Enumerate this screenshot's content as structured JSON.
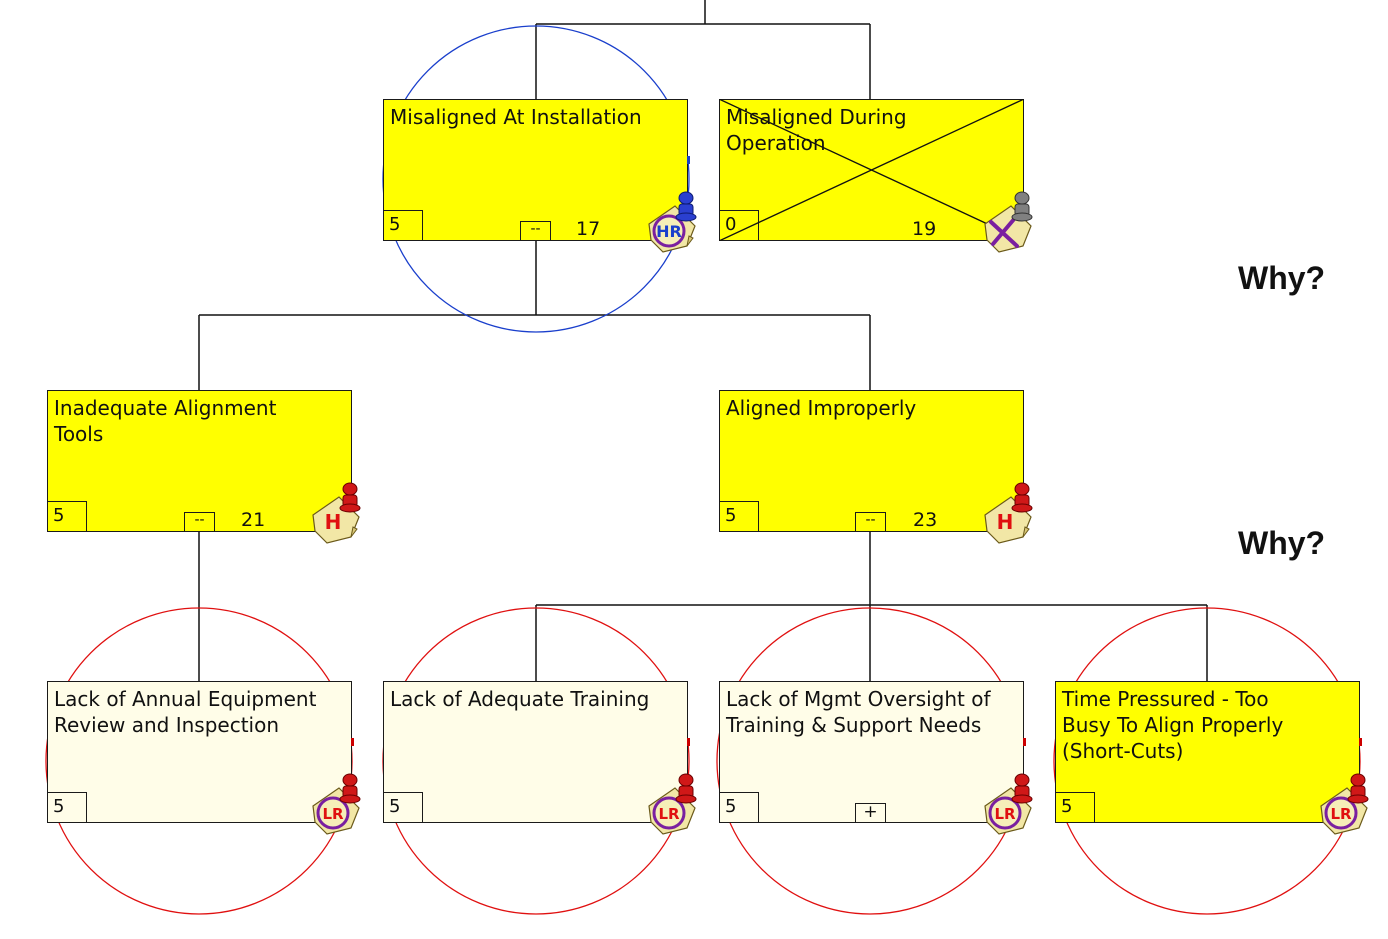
{
  "nodes": {
    "misaligned_install": {
      "title": "Misaligned At Installation",
      "score": "5",
      "expander": "--",
      "id": "17",
      "rating": "HR"
    },
    "misaligned_operation": {
      "title": "Misaligned During\nOperation",
      "score": "0",
      "id": "19"
    },
    "inadequate_tools": {
      "title": "Inadequate Alignment\nTools",
      "score": "5",
      "expander": "--",
      "id": "21",
      "rating": "H"
    },
    "aligned_improperly": {
      "title": "Aligned Improperly",
      "score": "5",
      "expander": "--",
      "id": "23",
      "rating": "H"
    },
    "lack_review": {
      "title": "Lack of Annual Equipment\nReview and Inspection",
      "score": "5",
      "rating": "LR"
    },
    "lack_training": {
      "title": "Lack of Adequate Training",
      "score": "5",
      "rating": "LR"
    },
    "lack_oversight": {
      "title": "Lack of Mgmt Oversight of\nTraining & Support Needs",
      "score": "5",
      "expander": "+",
      "rating": "LR"
    },
    "time_pressured": {
      "title": "Time Pressured - Too\nBusy To Align Properly\n(Short-Cuts)",
      "score": "5",
      "rating": "LR"
    }
  },
  "why_labels": [
    "Why?",
    "Why?"
  ],
  "colors": {
    "node_yellow": "#ffff00",
    "node_cream": "#fffde8",
    "highlight_blue": "#1a3fcc",
    "highlight_red": "#e01010",
    "rating_text_red": "#e01010",
    "rating_text_blue": "#1a3fcc",
    "rating_circle": "#7a1fa0",
    "pin_red": "#d01818",
    "pin_blue": "#2a3fd0",
    "pin_gray": "#808080"
  },
  "icons": {
    "rating_note": "sticky-note-with-pushpin-icon",
    "excluded_note": "crossed-out-note-icon"
  }
}
